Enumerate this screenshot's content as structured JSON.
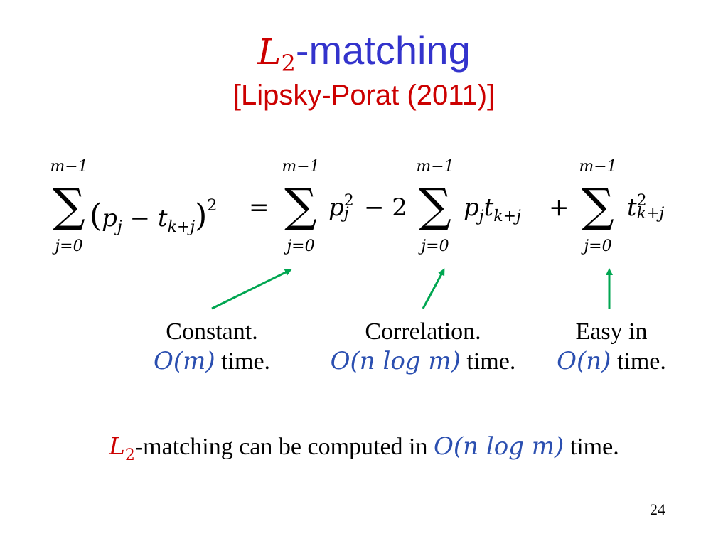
{
  "title": {
    "symbol": "L",
    "subscript": "2",
    "suffix": "-matching"
  },
  "citation": "[Lipsky-Porat (2011)]",
  "equation": {
    "sum_upper": "m−1",
    "sum_lower": "j=0",
    "lhs": {
      "p": "p",
      "p_sub": "j",
      "minus": "−",
      "t": "t",
      "t_sub": "k+j",
      "power": "2"
    },
    "equals": "=",
    "term1": {
      "p": "p",
      "sub": "j",
      "sup": "2"
    },
    "minus_two": "− 2",
    "term2": {
      "p": "p",
      "p_sub": "j",
      "t": "t",
      "t_sub": "k+j"
    },
    "plus": "+",
    "term3": {
      "t": "t",
      "sub": "k+j",
      "sup": "2"
    }
  },
  "captions": [
    {
      "line1": "Constant.",
      "complexity": "O(m)",
      "suffix": "time."
    },
    {
      "line1": "Correlation.",
      "complexity": "O(n log m)",
      "suffix": "time."
    },
    {
      "line1": "Easy in",
      "complexity": "O(n)",
      "suffix": "time."
    }
  ],
  "conclusion": {
    "symbol": "L",
    "subscript": "2",
    "text": "-matching can be computed in",
    "complexity": "O(n log m)",
    "suffix": "time."
  },
  "page_number": "24",
  "colors": {
    "title": "#3333cc",
    "accent_red": "#cc0000",
    "math_blue": "#2b4fb0",
    "arrow_green": "#00a651"
  }
}
